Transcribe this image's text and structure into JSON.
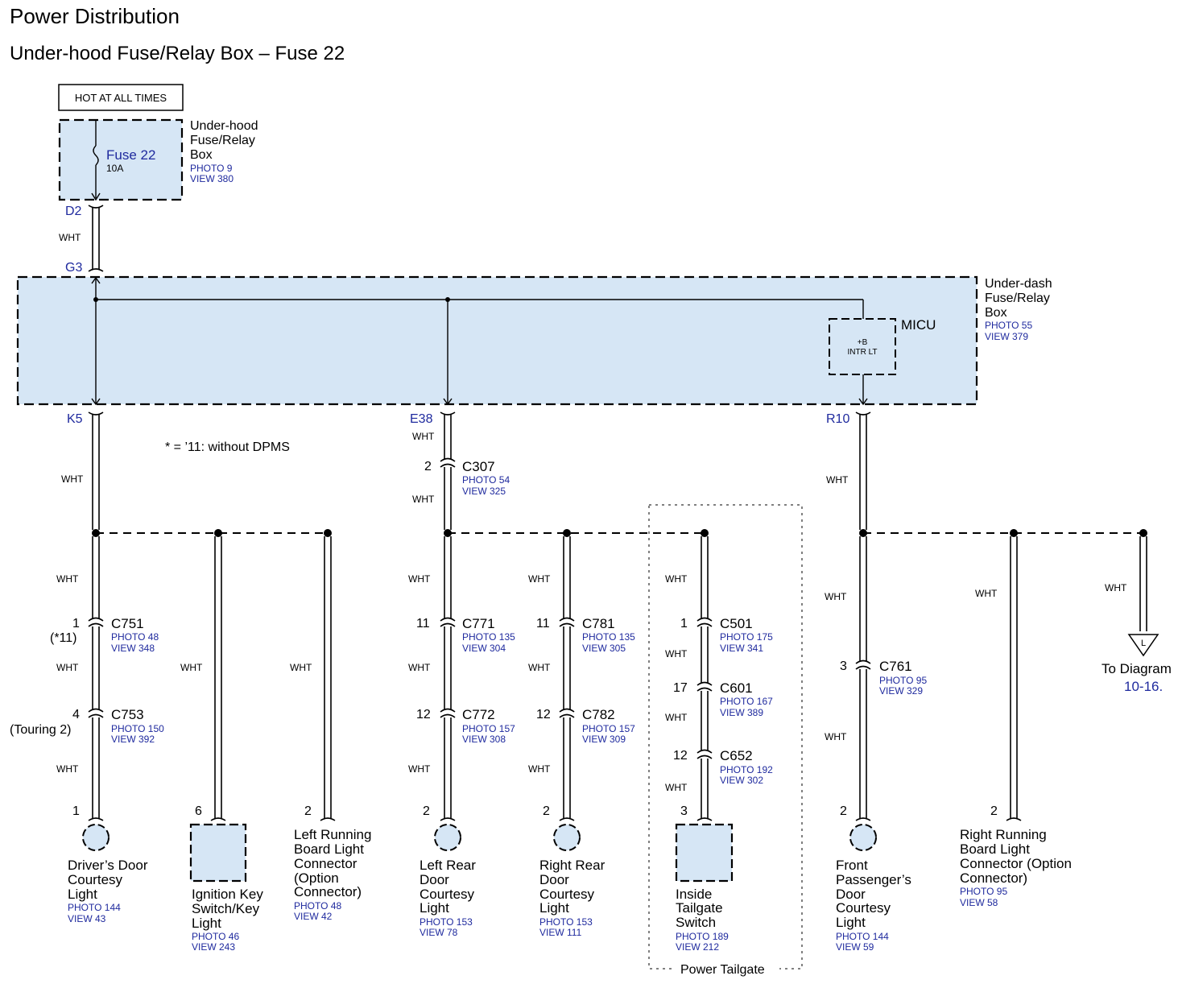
{
  "title": "Power Distribution",
  "subtitle": "Under-hood Fuse/Relay Box – Fuse 22",
  "hot_label": "HOT AT ALL TIMES",
  "note": "* = ’11: without DPMS",
  "wire_color": "WHT",
  "colors": {
    "box_fill": "#d6e6f5",
    "ref_blue": "#1f2a9e"
  },
  "underhood": {
    "name_lines": [
      "Under-hood",
      "Fuse/Relay",
      "Box"
    ],
    "photo": "PHOTO 9",
    "view": "VIEW 380",
    "fuse_name": "Fuse 22",
    "fuse_rating": "10A",
    "out_terminal": "D2"
  },
  "underdash": {
    "name_lines": [
      "Under-dash",
      "Fuse/Relay",
      "Box"
    ],
    "photo": "PHOTO 55",
    "view": "VIEW 379",
    "in_terminal": "G3",
    "micu": "MICU",
    "micu_pin_lines": [
      "+B",
      "INTR LT"
    ],
    "out_terminals": [
      "K5",
      "E38",
      "R10"
    ]
  },
  "c307": {
    "pin": "2",
    "name": "C307",
    "photo": "PHOTO 54",
    "view": "VIEW 325"
  },
  "connectors": [
    {
      "pin": "1",
      "note": "(*11)",
      "name": "C751",
      "photo": "PHOTO 48",
      "view": "VIEW 348"
    },
    {
      "pin": "4",
      "note": "(Touring 2)",
      "name": "C753",
      "photo": "PHOTO 150",
      "view": "VIEW 392"
    },
    {
      "pin": "11",
      "name": "C771",
      "photo": "PHOTO 135",
      "view": "VIEW 304"
    },
    {
      "pin": "12",
      "name": "C772",
      "photo": "PHOTO 157",
      "view": "VIEW 308"
    },
    {
      "pin": "11",
      "name": "C781",
      "photo": "PHOTO 135",
      "view": "VIEW 305"
    },
    {
      "pin": "12",
      "name": "C782",
      "photo": "PHOTO 157",
      "view": "VIEW 309"
    },
    {
      "pin": "1",
      "name": "C501",
      "photo": "PHOTO 175",
      "view": "VIEW 341"
    },
    {
      "pin": "17",
      "name": "C601",
      "photo": "PHOTO 167",
      "view": "VIEW 389"
    },
    {
      "pin": "12",
      "name": "C652",
      "photo": "PHOTO 192",
      "view": "VIEW 302"
    },
    {
      "pin": "3",
      "name": "C761",
      "photo": "PHOTO 95",
      "view": "VIEW 329"
    }
  ],
  "loads": [
    {
      "pin": "1",
      "name_lines": [
        "Driver’s Door",
        "Courtesy",
        "Light"
      ],
      "photo": "PHOTO 144",
      "view": "VIEW 43"
    },
    {
      "pin": "6",
      "name_lines": [
        "Ignition Key",
        "Switch/Key",
        "Light"
      ],
      "photo": "PHOTO 46",
      "view": "VIEW 243"
    },
    {
      "pin": "2",
      "name_lines": [
        "Left Running",
        "Board Light",
        "Connector",
        "(Option",
        "Connector)"
      ],
      "photo": "PHOTO 48",
      "view": "VIEW 42"
    },
    {
      "pin": "2",
      "name_lines": [
        "Left Rear",
        "Door",
        "Courtesy",
        "Light"
      ],
      "photo": "PHOTO 153",
      "view": "VIEW 78"
    },
    {
      "pin": "2",
      "name_lines": [
        "Right Rear",
        "Door",
        "Courtesy",
        "Light"
      ],
      "photo": "PHOTO 153",
      "view": "VIEW 111"
    },
    {
      "pin": "3",
      "name_lines": [
        "Inside",
        "Tailgate",
        "Switch"
      ],
      "photo": "PHOTO 189",
      "view": "VIEW 212"
    },
    {
      "pin": "2",
      "name_lines": [
        "Front",
        "Passenger’s",
        "Door",
        "Courtesy",
        "Light"
      ],
      "photo": "PHOTO 144",
      "view": "VIEW 59"
    },
    {
      "pin": "2",
      "name_lines": [
        "Right Running",
        "Board Light",
        "Connector (Option",
        "Connector)"
      ],
      "photo": "PHOTO 95",
      "view": "VIEW 58"
    }
  ],
  "power_tailgate": "Power Tailgate",
  "to_diagram": {
    "arrow_letter": "L",
    "text": "To Diagram",
    "ref": "10-16."
  }
}
